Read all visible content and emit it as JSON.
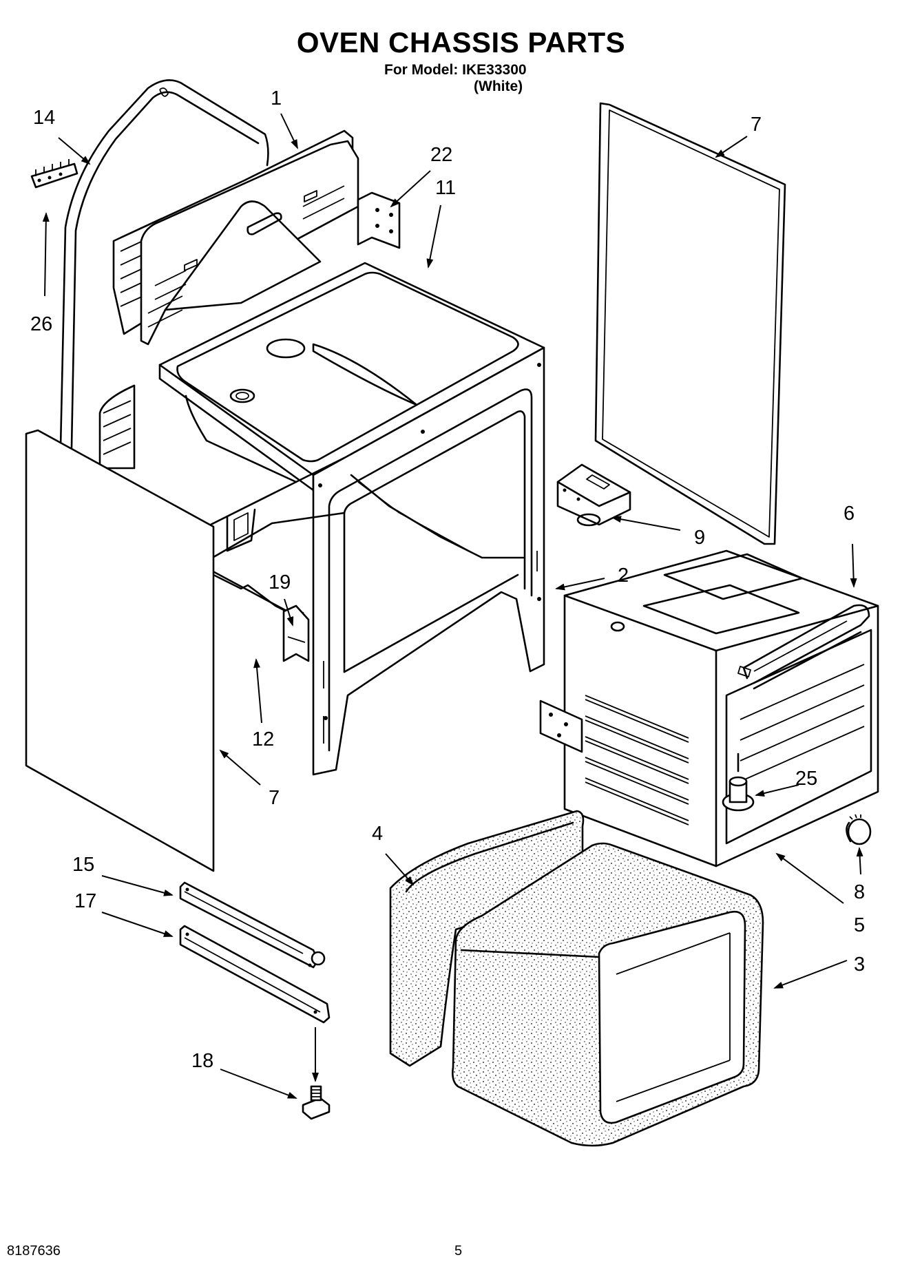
{
  "header": {
    "title": "OVEN CHASSIS PARTS",
    "model_line": "For Model: IKE33300",
    "color_line": "(White)"
  },
  "callouts": {
    "c1": "1",
    "c2": "2",
    "c3": "3",
    "c4": "4",
    "c5": "5",
    "c6": "6",
    "c7a": "7",
    "c7b": "7",
    "c8": "8",
    "c9": "9",
    "c11": "11",
    "c12": "12",
    "c14": "14",
    "c15": "15",
    "c17": "17",
    "c18": "18",
    "c19": "19",
    "c22": "22",
    "c25": "25",
    "c26": "26"
  },
  "footer": {
    "doc_number": "8187636",
    "page_number": "5"
  }
}
